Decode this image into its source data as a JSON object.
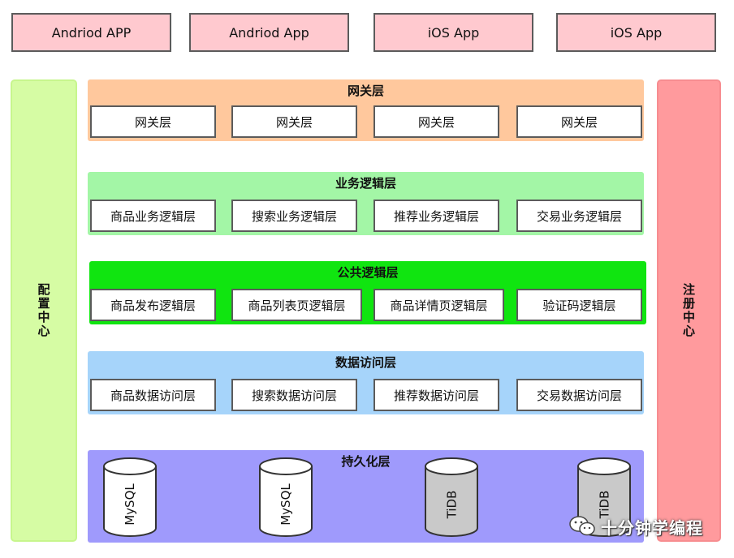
{
  "clients": [
    "Andriod APP",
    "Andriod App",
    "iOS App",
    "iOS App"
  ],
  "config_center": "配置中心",
  "registry_center": "注册中心",
  "layers": {
    "gateway": {
      "title": "网关层",
      "boxes": [
        "网关层",
        "网关层",
        "网关层",
        "网关层"
      ]
    },
    "business": {
      "title": "业务逻辑层",
      "boxes": [
        "商品业务逻辑层",
        "搜索业务逻辑层",
        "推荐业务逻辑层",
        "交易业务逻辑层"
      ]
    },
    "common": {
      "title": "公共逻辑层",
      "boxes": [
        "商品发布逻辑层",
        "商品列表页逻辑层",
        "商品详情页逻辑层",
        "验证码逻辑层"
      ]
    },
    "data": {
      "title": "数据访问层",
      "boxes": [
        "商品数据访问层",
        "搜索数据访问层",
        "推荐数据访问层",
        "交易数据访问层"
      ]
    },
    "persist": {
      "title": "持久化层",
      "databases": [
        {
          "label": "MySQL",
          "fill": "#ffffff"
        },
        {
          "label": "MySQL",
          "fill": "#ffffff"
        },
        {
          "label": "TiDB",
          "fill": "#c9c9c9"
        },
        {
          "label": "TiDB",
          "fill": "#c9c9c9"
        }
      ]
    }
  },
  "watermark": {
    "text": "十分钟学编程",
    "icon": "wechat-icon"
  }
}
